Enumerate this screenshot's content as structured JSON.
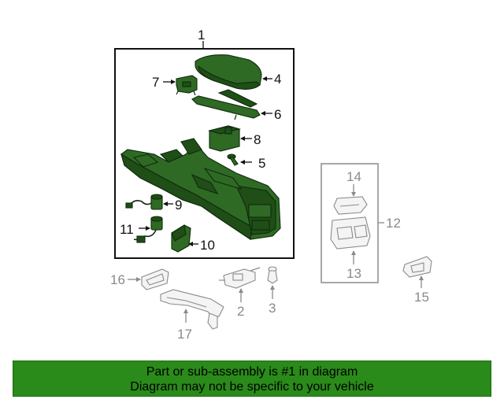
{
  "callouts": {
    "c1": "1",
    "c2": "2",
    "c3": "3",
    "c4": "4",
    "c5": "5",
    "c6": "6",
    "c7": "7",
    "c8": "8",
    "c9": "9",
    "c10": "10",
    "c11": "11",
    "c12": "12",
    "c13": "13",
    "c14": "14",
    "c15": "15",
    "c16": "16",
    "c17": "17"
  },
  "colors": {
    "highlight_part": "#2f6a25",
    "banner": "#2a8a1a",
    "other_part_outline": "#8a8a8a"
  },
  "footer": {
    "line1": "Part or sub-assembly is #1 in diagram",
    "line2": "Diagram may not be specific to your vehicle"
  }
}
